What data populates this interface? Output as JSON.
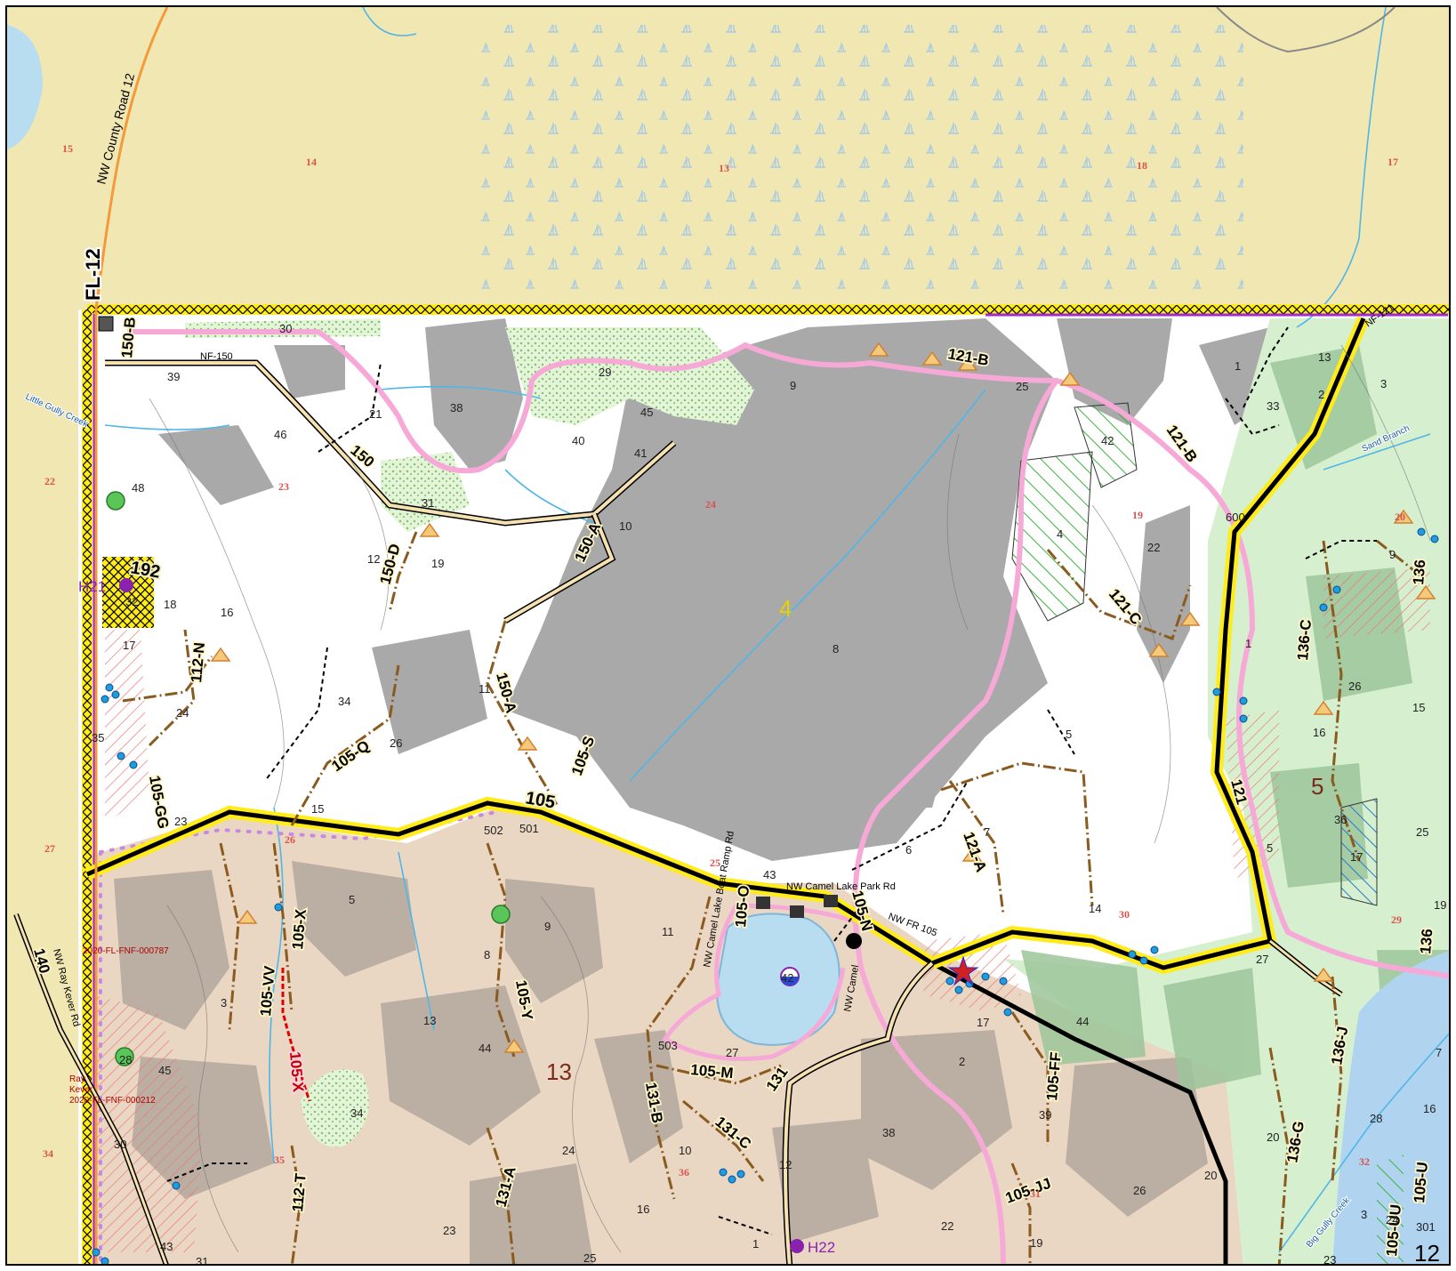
{
  "map": {
    "colors": {
      "private_land": "#f1e7b3",
      "forest_white": "#ffffff",
      "forest_gray": "#a9a9a9",
      "tan_land": "#ead7c3",
      "tan_mottle": "#b3a79e",
      "green_land": "#d6f0cf",
      "green_mottle": "#9cc59a",
      "lake": "#b8dcf0",
      "boundary_yellow": "#ffec1a",
      "pink_trail": "#f6a9d6",
      "stream": "#4fb6e8",
      "road_brown": "#8a5a1e"
    },
    "compartments": [
      {
        "label": "4",
        "color": "#e6d200"
      },
      {
        "label": "5",
        "color": "#7a2a1a"
      },
      {
        "label": "13",
        "color": "#7a2a1a"
      },
      {
        "label": "12",
        "color": "#000000"
      }
    ],
    "routes": {
      "fl12": "FL-12",
      "r140": "140",
      "ray_kever": "NW Ray Kever Rd",
      "nw_county": "NW County Road 12",
      "nf150": "NF-150",
      "nf121": "NF-121",
      "nwfr105": "NW FR 105",
      "camel_boat": "NW Camel Lake Boat Ramp Rd",
      "camel_park": "NW Camel Lake Park Rd",
      "camel_rd": "NW Camel"
    },
    "road_labels": [
      "150-B",
      "150",
      "150-D",
      "150-A",
      "150-A",
      "105",
      "105-S",
      "105-Q",
      "112-N",
      "105-GG",
      "105-X",
      "105-VV",
      "105-X",
      "112-T",
      "105-Y",
      "131-A",
      "131-B",
      "131-C",
      "105-M",
      "131",
      "105-O",
      "105-N",
      "105-FF",
      "105-JJ",
      "121-A",
      "121-C",
      "121-B",
      "121-B",
      "121",
      "136-C",
      "136",
      "136-G",
      "136-J",
      "136",
      "105-UU",
      "105-U",
      "192"
    ],
    "stand_numbers": [
      "30",
      "39",
      "21",
      "46",
      "48",
      "38",
      "29",
      "45",
      "40",
      "41",
      "31",
      "12",
      "19",
      "10",
      "16",
      "18",
      "32",
      "17",
      "24",
      "35",
      "34",
      "26",
      "11",
      "15",
      "23",
      "502",
      "501",
      "9",
      "8",
      "25",
      "42",
      "4",
      "22",
      "600",
      "1",
      "13",
      "33",
      "2",
      "3",
      "9",
      "26",
      "15",
      "16",
      "36",
      "17",
      "25",
      "19",
      "5",
      "7",
      "6",
      "43",
      "14",
      "27",
      "44",
      "2",
      "17",
      "39",
      "38",
      "22",
      "26",
      "20",
      "19",
      "28",
      "20",
      "16",
      "3",
      "24",
      "301",
      "23",
      "7",
      "1",
      "5",
      "3",
      "13",
      "44",
      "45",
      "30",
      "43",
      "31",
      "34",
      "27",
      "11",
      "10",
      "12",
      "16",
      "24",
      "23",
      "25",
      "1",
      "503",
      "28",
      "42",
      "8",
      "5",
      "9"
    ],
    "section_numbers": [
      "15",
      "14",
      "13",
      "18",
      "17",
      "22",
      "23",
      "24",
      "19",
      "20",
      "27",
      "26",
      "25",
      "30",
      "29",
      "34",
      "35",
      "36",
      "31",
      "32"
    ],
    "streams": {
      "little_gully": "Little Gully Creek",
      "sand_branch": "Sand Branch",
      "big_gully": "Big Gully Creek"
    },
    "hydrants": [
      {
        "label": "H21"
      },
      {
        "label": "H22"
      }
    ],
    "notes": {
      "note1": "2020-FL-FNF-000787",
      "note2a": "Ray",
      "note2b": "Kever",
      "note2c": "2020-FL-FNF-000212"
    }
  }
}
